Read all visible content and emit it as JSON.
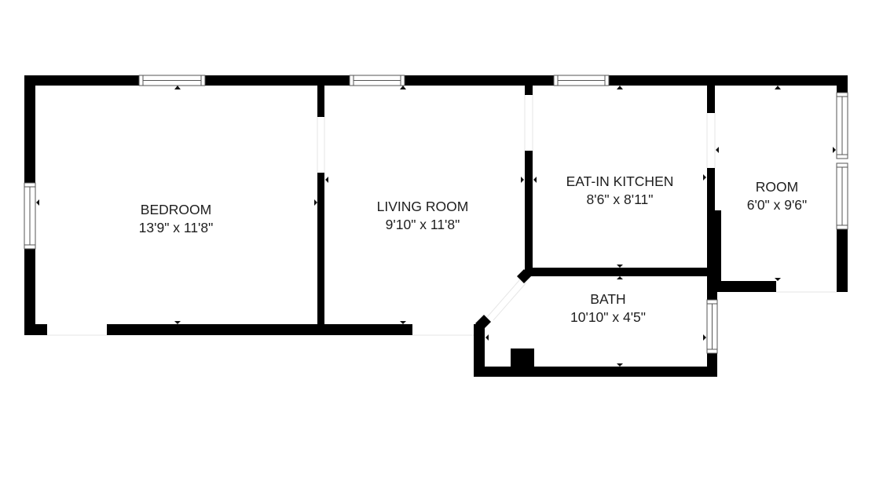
{
  "floorplan": {
    "wall_color": "#000000",
    "background_color": "#ffffff",
    "text_color": "#1e1e1e",
    "rooms": [
      {
        "name": "BEDROOM",
        "dimensions": "13'9\" x 11'8\""
      },
      {
        "name": "LIVING ROOM",
        "dimensions": "9'10\" x 11'8\""
      },
      {
        "name": "EAT-IN KITCHEN",
        "dimensions": "8'6\" x 8'11\""
      },
      {
        "name": "ROOM",
        "dimensions": "6'0\" x 9'6\""
      },
      {
        "name": "BATH",
        "dimensions": "10'10\" x 4'5\""
      }
    ]
  }
}
